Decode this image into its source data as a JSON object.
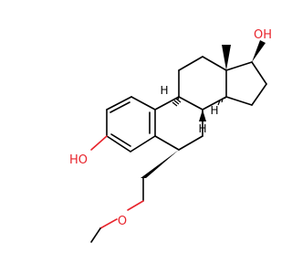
{
  "colors": {
    "bond": "#000000",
    "oxygen": "#e8242c"
  },
  "labels": {
    "oh_17": "OH",
    "oh_3": "HO",
    "o_ether": "O",
    "h_9": "H",
    "h_8": "H",
    "h_14": "H"
  }
}
